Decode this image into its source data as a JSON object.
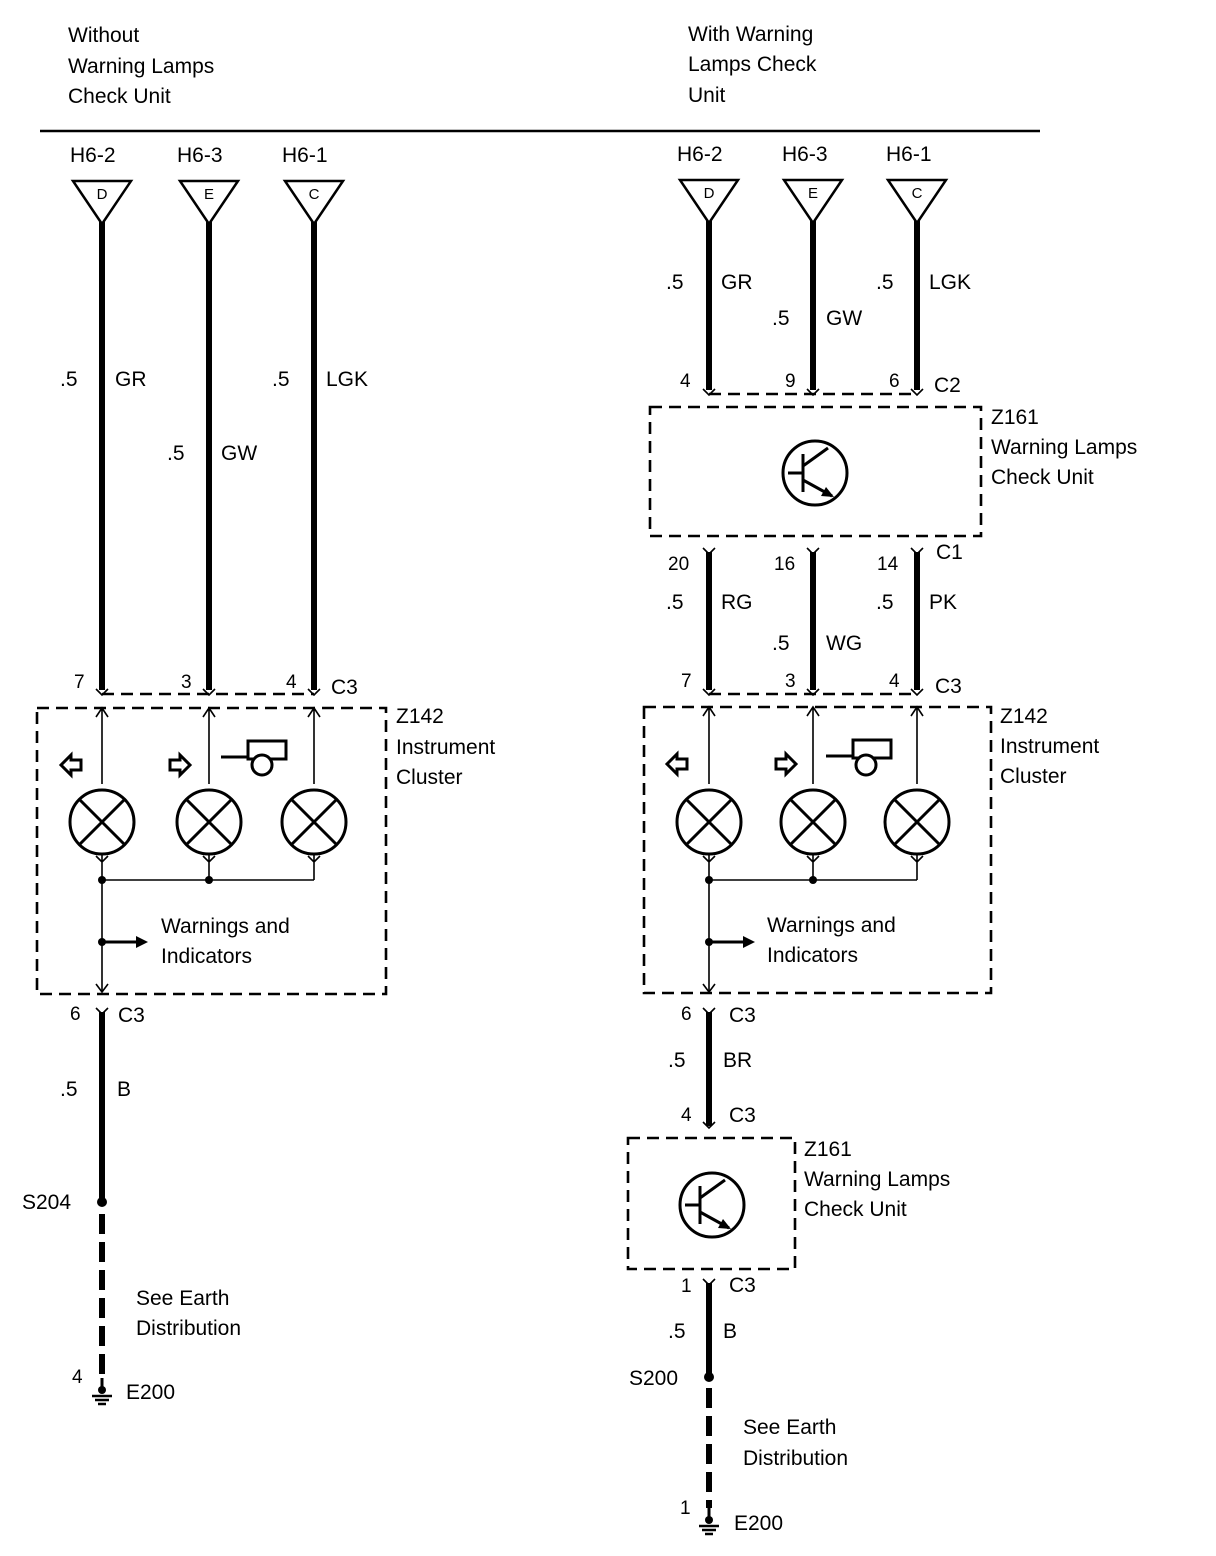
{
  "headers": {
    "left": [
      "Without",
      "Warning Lamps",
      "Check Unit"
    ],
    "right": [
      "With Warning",
      "Lamps Check",
      "Unit"
    ]
  },
  "left": {
    "terminals": [
      {
        "id": "H6-2",
        "letter": "D"
      },
      {
        "id": "H6-3",
        "letter": "E"
      },
      {
        "id": "H6-1",
        "letter": "C"
      }
    ],
    "wires": [
      {
        "size": ".5",
        "color": "GR"
      },
      {
        "size": ".5",
        "color": "GW"
      },
      {
        "size": ".5",
        "color": "LGK"
      }
    ],
    "cluster_pins": [
      "7",
      "3",
      "4"
    ],
    "cluster_connector": "C3",
    "cluster_name": [
      "Z142",
      "Instrument",
      "Cluster"
    ],
    "cluster_text": [
      "Warnings and",
      "Indicators"
    ],
    "earth_pin": "6",
    "earth_connector": "C3",
    "earth_wire": {
      "size": ".5",
      "color": "B"
    },
    "splice": "S204",
    "see": [
      "See Earth",
      "Distribution"
    ],
    "ground_pin": "4",
    "ground": "E200"
  },
  "right": {
    "terminals": [
      {
        "id": "H6-2",
        "letter": "D"
      },
      {
        "id": "H6-3",
        "letter": "E"
      },
      {
        "id": "H6-1",
        "letter": "C"
      }
    ],
    "wires": [
      {
        "size": ".5",
        "color": "GR"
      },
      {
        "size": ".5",
        "color": "GW"
      },
      {
        "size": ".5",
        "color": "LGK"
      }
    ],
    "check_in_pins": [
      "4",
      "9",
      "6"
    ],
    "check_in_connector": "C2",
    "check_name": [
      "Z161",
      "Warning Lamps",
      "Check Unit"
    ],
    "check_out_pins": [
      "20",
      "16",
      "14"
    ],
    "check_out_connector": "C1",
    "mid_wires": [
      {
        "size": ".5",
        "color": "RG"
      },
      {
        "size": ".5",
        "color": "WG"
      },
      {
        "size": ".5",
        "color": "PK"
      }
    ],
    "cluster_pins": [
      "7",
      "3",
      "4"
    ],
    "cluster_connector": "C3",
    "cluster_name": [
      "Z142",
      "Instrument",
      "Cluster"
    ],
    "cluster_text": [
      "Warnings and",
      "Indicators"
    ],
    "out_pin": "6",
    "out_connector": "C3",
    "out_wire": {
      "size": ".5",
      "color": "BR"
    },
    "check2_in_pin": "4",
    "check2_in_connector": "C3",
    "check2_name": [
      "Z161",
      "Warning Lamps",
      "Check Unit"
    ],
    "check2_out_pin": "1",
    "check2_out_connector": "C3",
    "earth_wire": {
      "size": ".5",
      "color": "B"
    },
    "splice": "S200",
    "see": [
      "See Earth",
      "Distribution"
    ],
    "ground_pin": "1",
    "ground": "E200"
  }
}
